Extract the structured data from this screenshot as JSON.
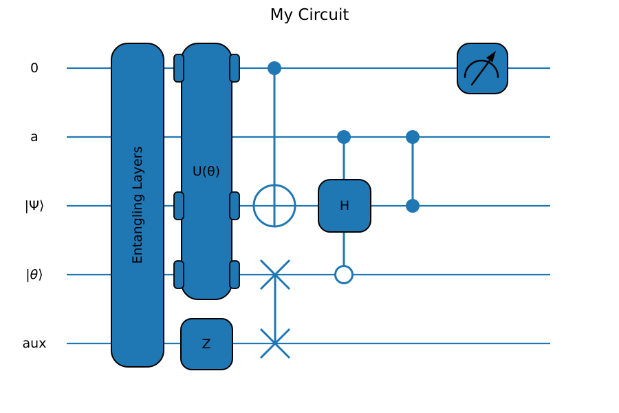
{
  "figure": {
    "title": "My Circuit",
    "background": "#ffffff",
    "wire_color": "#1f77b4",
    "gate_fill": "#1f77b4",
    "gate_edge": "#000000",
    "text_color": "#000000"
  },
  "wires": [
    {
      "label": "0"
    },
    {
      "label": "a"
    },
    {
      "label": "|Ψ⟩"
    },
    {
      "label": "|θ⟩",
      "parts": {
        "pre": "|",
        "sym": "θ",
        "post": "⟩"
      }
    },
    {
      "label": "aux"
    }
  ],
  "gates": {
    "entangling_layers": {
      "label": "Entangling Layers",
      "wires": [
        "0",
        "a",
        "|Ψ⟩",
        "|θ⟩",
        "aux"
      ]
    },
    "u_theta": {
      "label": "U(θ)",
      "wires": [
        "0",
        "|Ψ⟩",
        "|θ⟩"
      ]
    },
    "z": {
      "label": "Z",
      "wires": [
        "aux"
      ]
    },
    "cnot": {
      "control_wire": "0",
      "target_wire": "|Ψ⟩"
    },
    "swap": {
      "wires": [
        "|θ⟩",
        "aux"
      ]
    },
    "controlled_h": {
      "label": "H",
      "target_wire": "|Ψ⟩",
      "filled_control_wire": "a",
      "open_control_wire": "|θ⟩"
    },
    "cz": {
      "wires": [
        "a",
        "|Ψ⟩"
      ]
    },
    "measurement": {
      "wire": "0",
      "icon": "gauge-icon"
    }
  }
}
